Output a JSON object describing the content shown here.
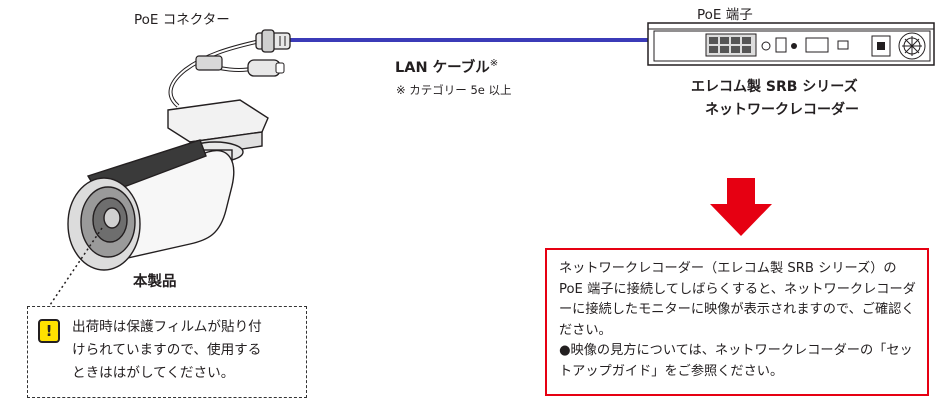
{
  "labels": {
    "poe_connector": "PoE コネクター",
    "poe_port": "PoE 端子",
    "lan_cable": "LAN ケーブル",
    "lan_cable_mark": "※",
    "category_note": "※ カテゴリー 5e 以上",
    "recorder_line1": "エレコム製 SRB シリーズ",
    "recorder_line2": "ネットワークレコーダー",
    "product": "本製品"
  },
  "info_box": {
    "paragraph": "ネットワークレコーダー（エレコム製 SRB シリーズ）の PoE 端子に接続してしばらくすると、ネットワークレコーダーに接続したモニターに映像が表示されますので、ご確認ください。",
    "bullet": "●映像の見方については、ネットワークレコーダーの「セットアップガイド」をご参照ください。"
  },
  "warning_box": {
    "icon_text": "!",
    "line1": "出荷時は保護フィルムが貼り付",
    "line2": "けられていますので、使用する",
    "line3": "ときははがしてください。"
  },
  "colors": {
    "cable": "#3b3bb8",
    "accent_red": "#e60012",
    "warning_yellow": "#ffe100"
  }
}
